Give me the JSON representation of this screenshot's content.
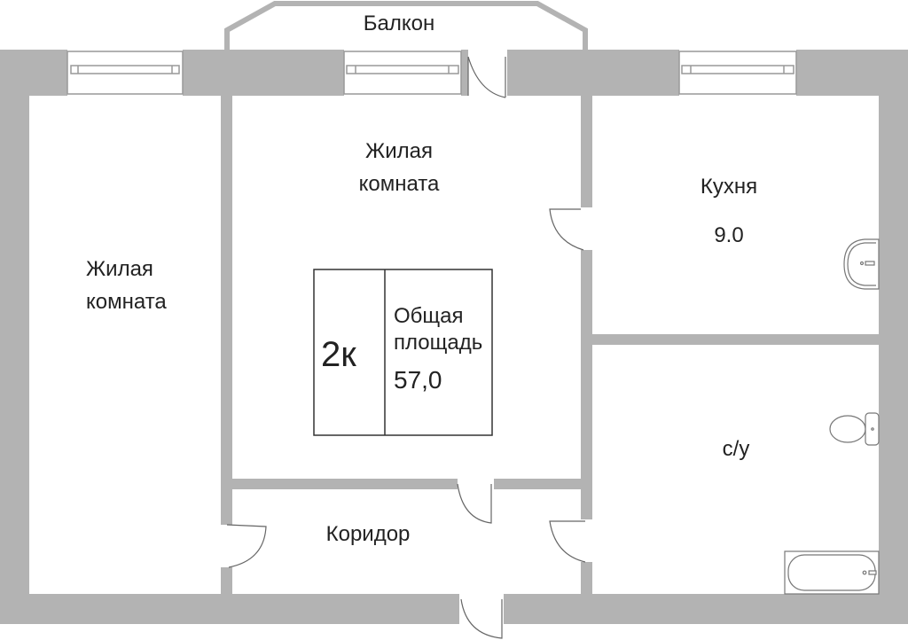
{
  "floorplan": {
    "apartment_type": "2к",
    "total_area_label": "Общая площадь",
    "total_area_line1": "Общая",
    "total_area_line2": "площадь",
    "total_area_value": "57,0",
    "wall_color": "#b3b3b3",
    "line_color": "#555555",
    "rooms": [
      {
        "id": "balcony",
        "line1": "Балкон",
        "line2": "",
        "area": ""
      },
      {
        "id": "living-room-center",
        "line1": "Жилая",
        "line2": "комната",
        "area": ""
      },
      {
        "id": "living-room-left",
        "line1": "Жилая",
        "line2": "комната",
        "area": ""
      },
      {
        "id": "kitchen",
        "line1": "Кухня",
        "line2": "",
        "area": "9.0"
      },
      {
        "id": "bathroom",
        "line1": "с/у",
        "line2": "",
        "area": ""
      },
      {
        "id": "corridor",
        "line1": "Коридор",
        "line2": "",
        "area": ""
      }
    ],
    "fixtures": [
      "window",
      "window",
      "window",
      "sink",
      "toilet",
      "bathtub"
    ]
  }
}
